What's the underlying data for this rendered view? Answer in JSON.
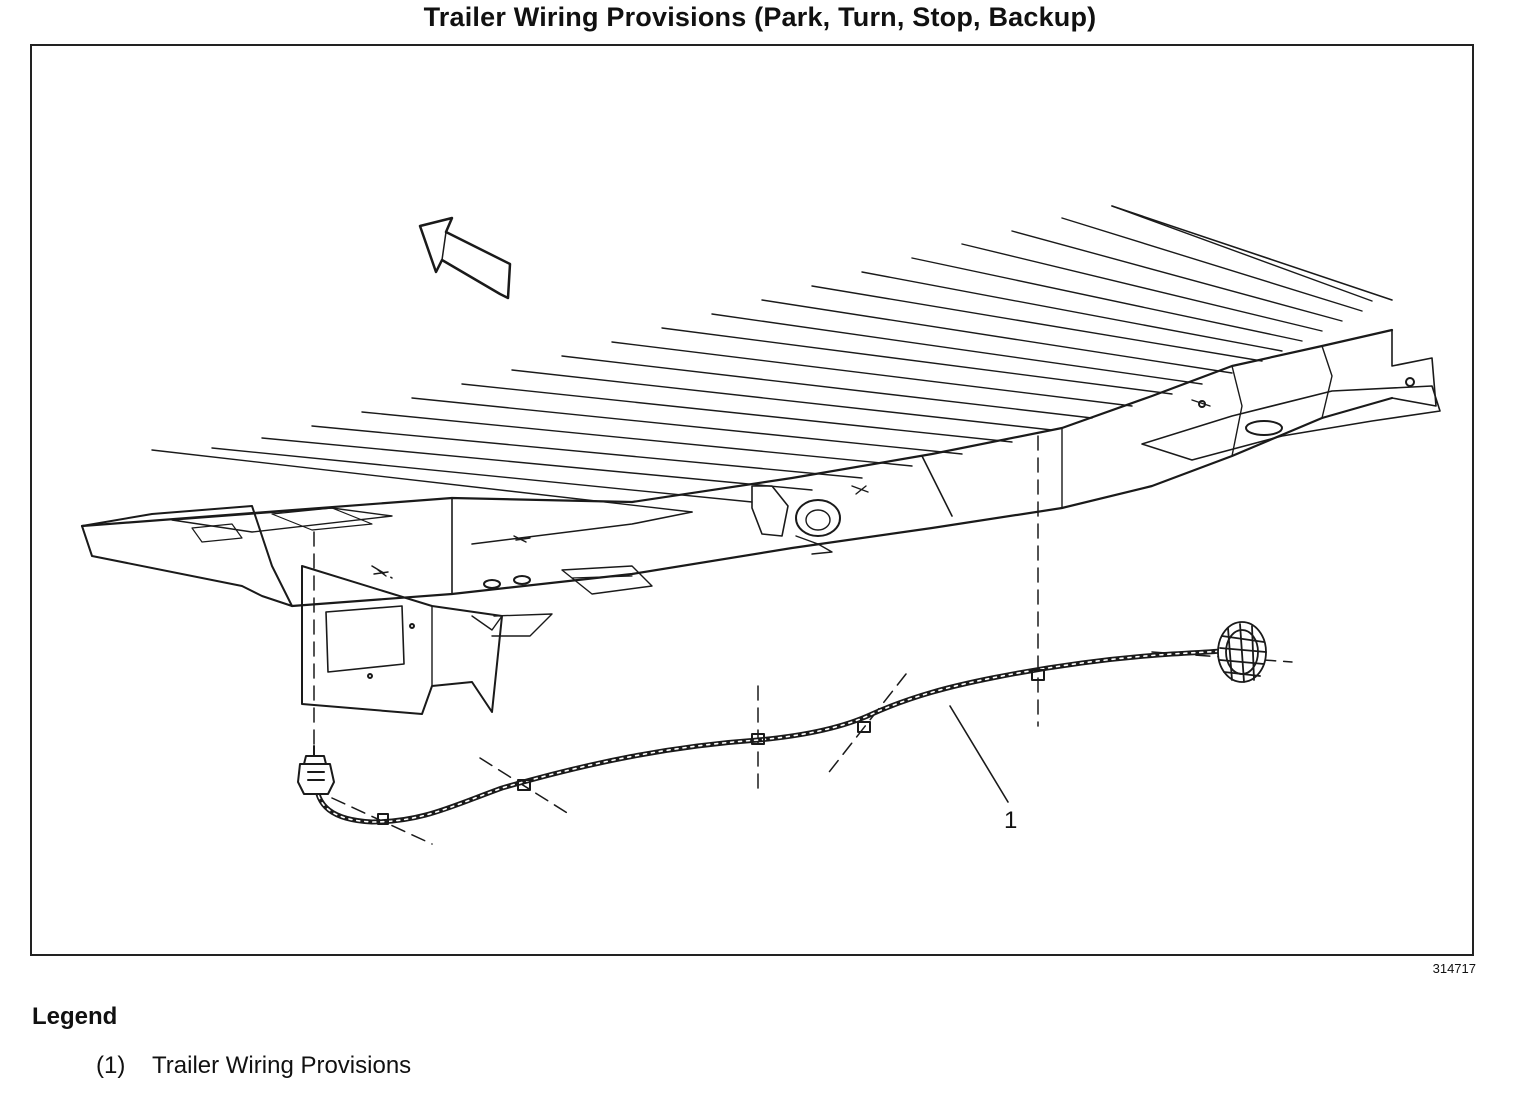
{
  "title": "Trailer Wiring Provisions (Park, Turn, Stop, Backup)",
  "figure_id": "314717",
  "callouts": [
    {
      "number": "1"
    }
  ],
  "legend": {
    "heading": "Legend",
    "items": [
      {
        "number": "(1)",
        "label": "Trailer Wiring Provisions"
      }
    ]
  },
  "colors": {
    "line": "#1a1a1a",
    "background": "#ffffff"
  }
}
